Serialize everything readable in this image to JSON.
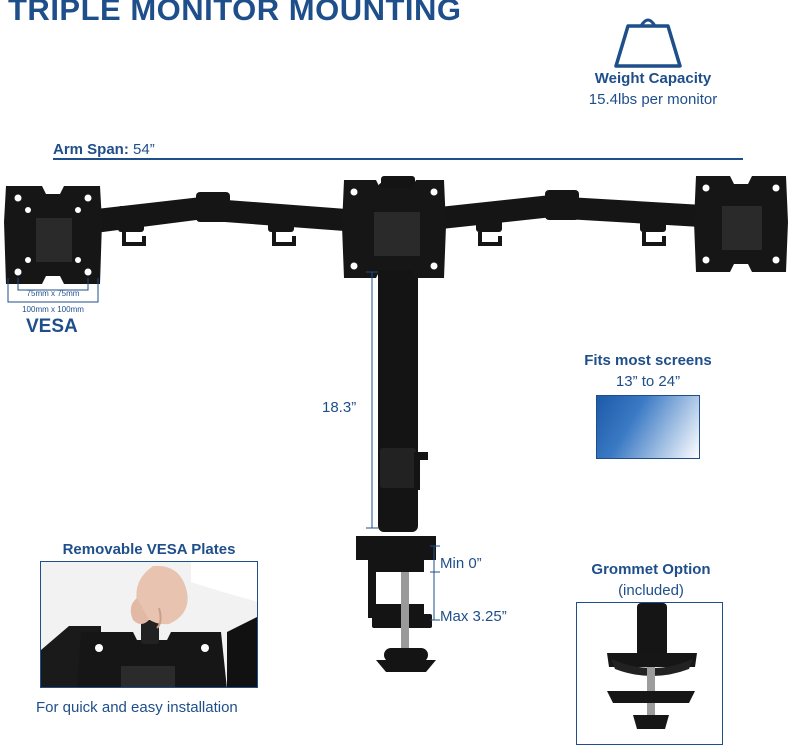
{
  "header": {
    "title": "TRIPLE MONITOR MOUNTING"
  },
  "weight": {
    "label": "Weight Capacity",
    "value": "15.4lbs per monitor"
  },
  "arm_span": {
    "label": "Arm Span:",
    "value": "54”"
  },
  "vesa": {
    "size_small": "75mm x 75mm",
    "size_large": "100mm x 100mm",
    "label": "VESA"
  },
  "pole": {
    "height": "18.3”"
  },
  "screens": {
    "label": "Fits most screens",
    "range": "13” to 24”"
  },
  "clamp": {
    "min": "Min 0”",
    "max": "Max 3.25”"
  },
  "removable": {
    "title": "Removable VESA Plates",
    "caption": "For quick and easy installation"
  },
  "grommet": {
    "title": "Grommet Option",
    "note": "(included)"
  },
  "colors": {
    "accent": "#1f4f8b",
    "mount": "#111111",
    "gradient_start": "#1d5aa8",
    "gradient_end": "#ffffff"
  }
}
